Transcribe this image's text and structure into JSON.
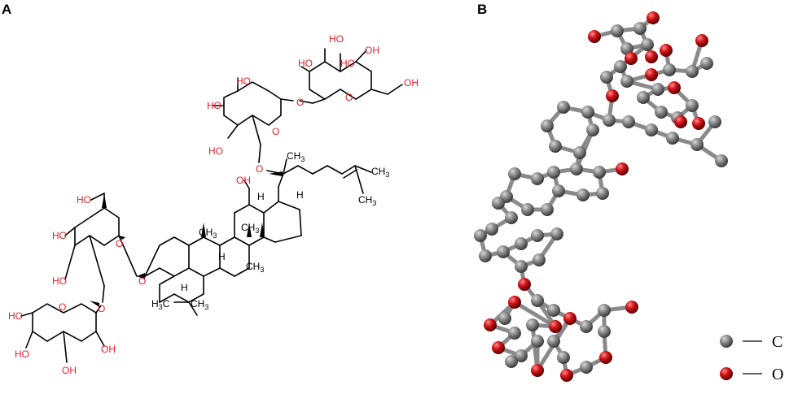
{
  "panels": {
    "a_label": "A",
    "b_label": "B"
  },
  "structure_labels": {
    "ho": "HO",
    "oh": "OH",
    "o": "O",
    "h": "H",
    "ch3": "CH3",
    "h3c": "H3C"
  },
  "legend": {
    "carbon_label": "C",
    "oxygen_label": "O",
    "carbon_color": "#8c8c8c",
    "oxygen_color": "#d01418"
  }
}
